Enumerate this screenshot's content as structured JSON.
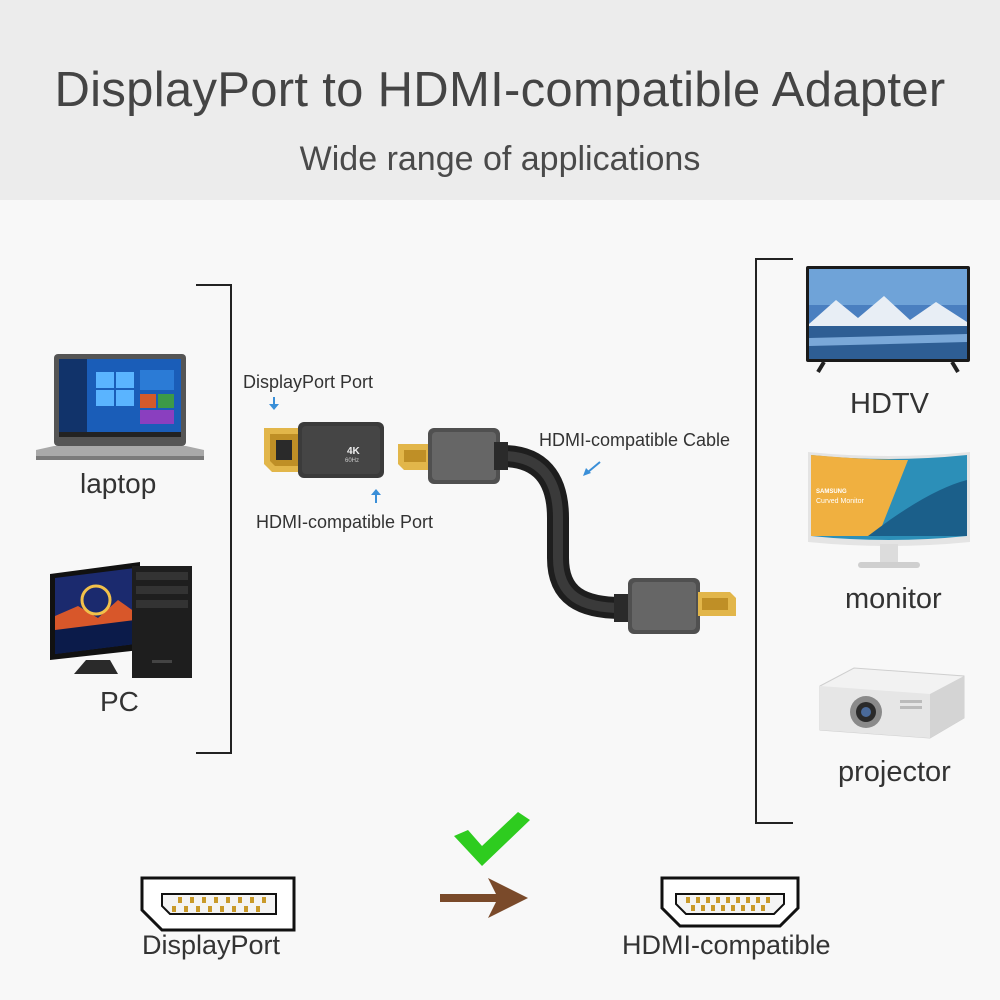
{
  "header": {
    "title": "DisplayPort to HDMI-compatible Adapter",
    "subtitle": "Wide range of applications"
  },
  "sources": {
    "laptop_label": "laptop",
    "pc_label": "PC"
  },
  "product": {
    "displayport_port_label": "DisplayPort Port",
    "hdmi_port_label": "HDMI-compatible Port",
    "hdmi_cable_label": "HDMI-compatible Cable",
    "adapter_badge_top": "4K",
    "adapter_badge_bottom": "60Hz"
  },
  "displays": {
    "hdtv_label": "HDTV",
    "monitor_label": "monitor",
    "monitor_screen_brand": "SAMSUNG",
    "monitor_screen_text": "Curved Monitor",
    "projector_label": "projector"
  },
  "footer": {
    "source_connector_label": "DisplayPort",
    "target_connector_label": "HDMI-compatible"
  },
  "colors": {
    "check": "#2ecc1f",
    "arrow": "#7a4a2a",
    "pointer": "#3a8fd8",
    "gold": "#e0b43a"
  }
}
